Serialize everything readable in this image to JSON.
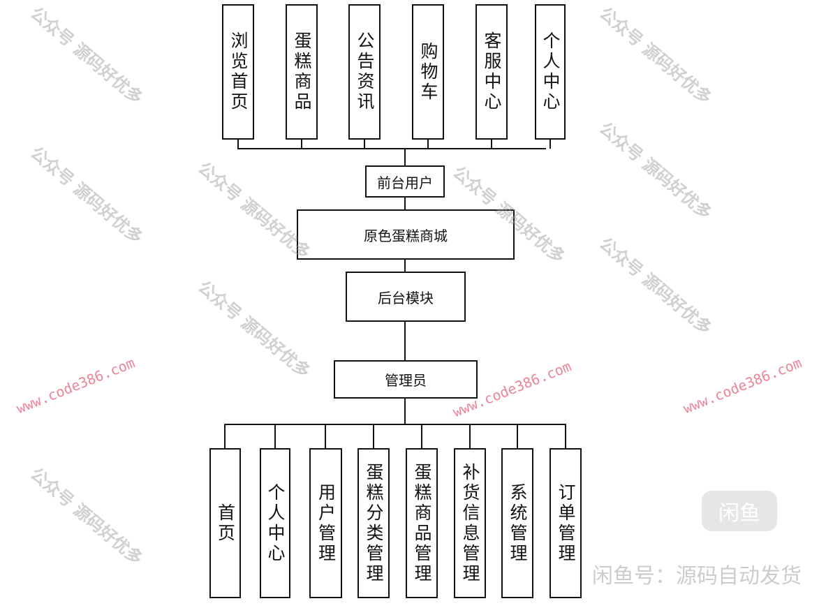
{
  "frontend": {
    "modules": [
      "浏览首页",
      "蛋糕商品",
      "公告资讯",
      "购物车",
      "客服中心",
      "个人中心"
    ],
    "role": "前台用户"
  },
  "system": "原色蛋糕商城",
  "backend": {
    "module": "后台模块",
    "role": "管理员",
    "modules": [
      "首页",
      "个人中心",
      "用户管理",
      "蛋糕分类管理",
      "蛋糕商品管理",
      "补货信息管理",
      "系统管理",
      "订单管理"
    ]
  },
  "watermarks": {
    "wechat": "公众号 源码好优多",
    "url": "www.code386.com",
    "xianyu": "闲鱼号：源码自动发货",
    "logo": "闲鱼"
  }
}
